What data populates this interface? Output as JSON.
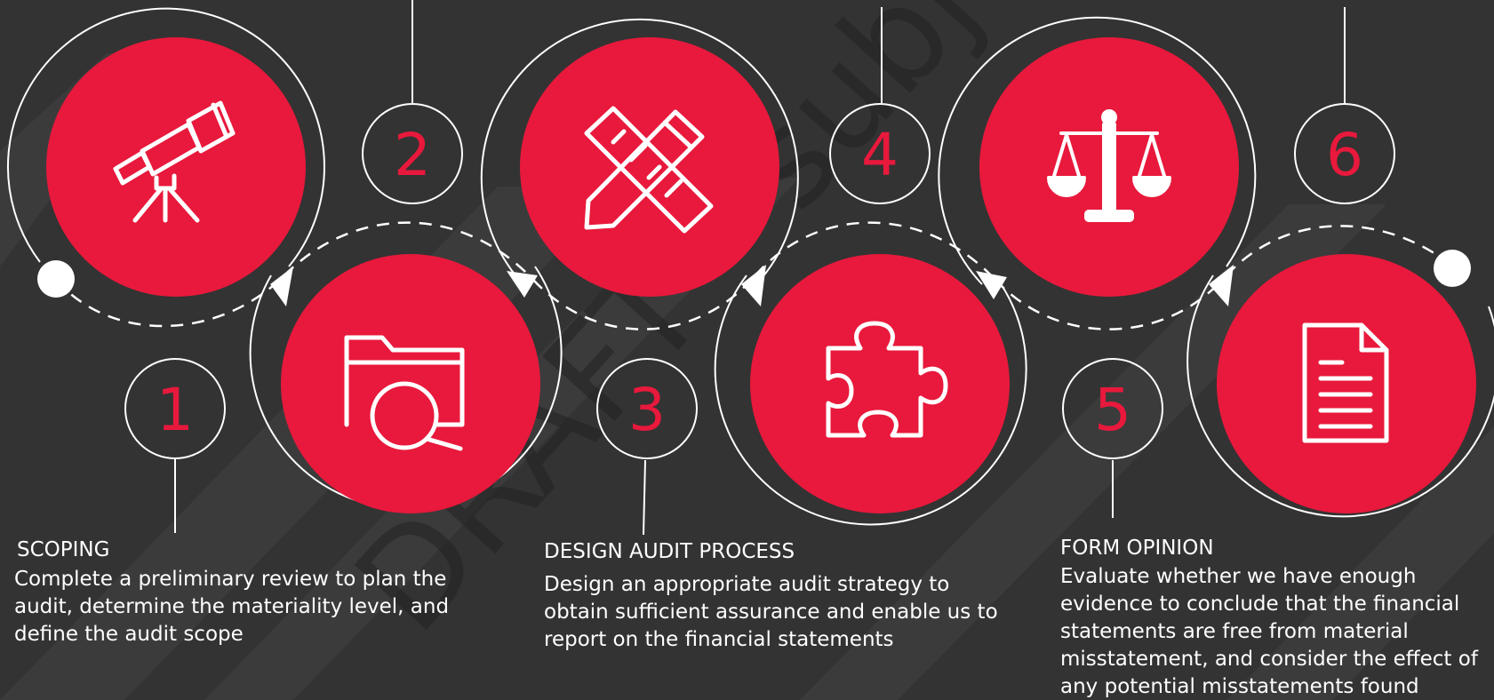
{
  "colors": {
    "background": "#333333",
    "accent": "#e8193c",
    "line": "#ffffff"
  },
  "watermark": "DRAFT - subject to",
  "steps": [
    {
      "number": "1",
      "icon": "telescope-icon",
      "title": "SCOPING",
      "description": "Complete a preliminary review to plan the audit, determine the materiality level, and define the audit scope"
    },
    {
      "number": "2",
      "icon": "folder-search-icon",
      "title": "",
      "description": ""
    },
    {
      "number": "3",
      "icon": "pencil-ruler-icon",
      "title": "DESIGN AUDIT PROCESS",
      "description": "Design an appropriate audit strategy to obtain sufficient assurance and enable us to report on the financial statements"
    },
    {
      "number": "4",
      "icon": "puzzle-piece-icon",
      "title": "",
      "description": ""
    },
    {
      "number": "5",
      "icon": "scales-icon",
      "title": "FORM OPINION",
      "description": "Evaluate whether we have enough evidence to conclude that the financial statements are free from material misstatement, and consider the effect of any potential misstatements found"
    },
    {
      "number": "6",
      "icon": "document-icon",
      "title": "",
      "description": ""
    }
  ]
}
